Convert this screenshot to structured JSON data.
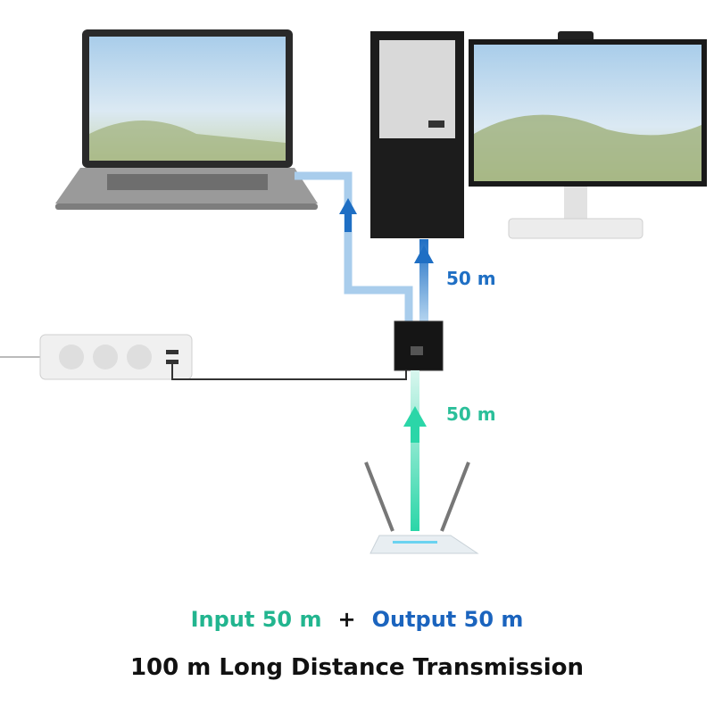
{
  "labels": {
    "output_distance": "50 m",
    "input_distance": "50 m"
  },
  "caption": {
    "input": "Input 50 m",
    "plus": "+",
    "output": "Output 50 m",
    "title": "100 m Long Distance Transmission"
  },
  "colors": {
    "output_blue": "#1f6fc4",
    "output_path_light": "#9cc6ea",
    "input_teal": "#2bd6a8",
    "text_dark": "#111111"
  }
}
